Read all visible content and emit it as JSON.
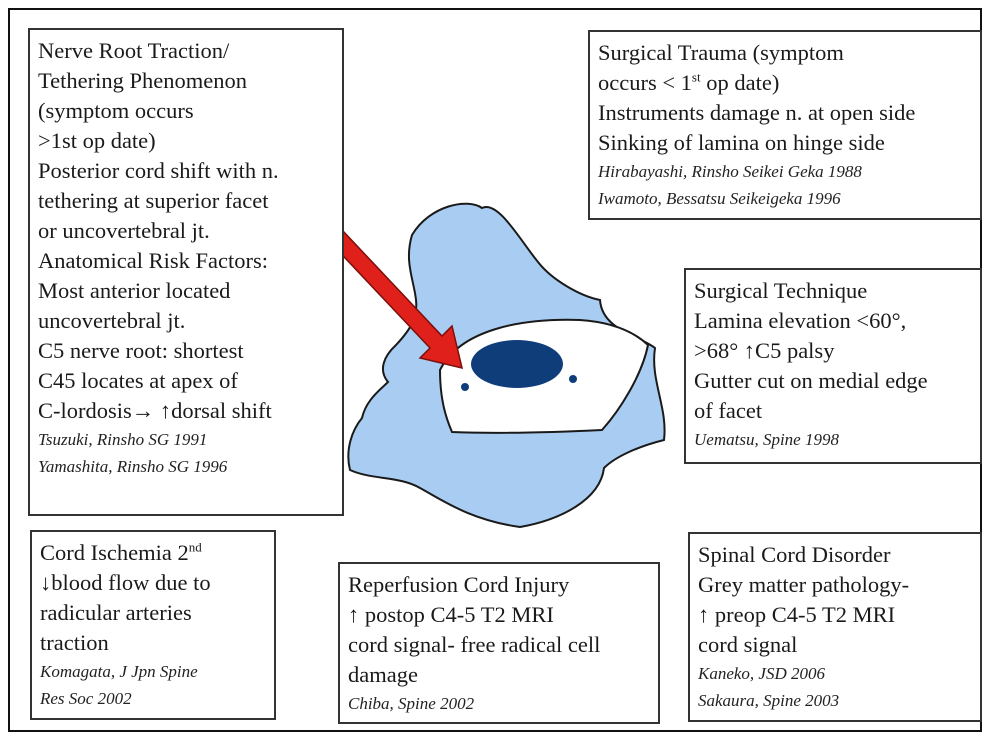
{
  "boxes": {
    "nerve_root": {
      "lines": [
        "Nerve Root Traction/",
        "Tethering Phenomenon",
        "(symptom occurs",
        ">1st op date)",
        "Posterior cord shift with n.",
        "tethering at superior facet",
        "or uncovertebral jt.",
        "Anatomical Risk Factors:",
        "Most anterior located",
        "uncovertebral jt.",
        "C5 nerve root: shortest",
        "C45 locates at apex of",
        "C-lordosis→ ↑dorsal shift"
      ],
      "refs": [
        "Tsuzuki, Rinsho SG 1991",
        "Yamashita, Rinsho SG 1996"
      ]
    },
    "surgical_trauma": {
      "title_a": "Surgical Trauma (symptom",
      "title_b_pre": "occurs < 1",
      "title_b_sup": "st",
      "title_b_post": " op date)",
      "lines": [
        "Instruments damage n. at open side",
        "Sinking of lamina on hinge side"
      ],
      "refs": [
        "Hirabayashi, Rinsho Seikei Geka 1988",
        "Iwamoto, Bessatsu Seikeigeka 1996"
      ]
    },
    "surgical_technique": {
      "lines": [
        "Surgical Technique",
        "Lamina elevation <60°,",
        ">68° ↑C5 palsy",
        "Gutter cut on medial edge",
        "of facet"
      ],
      "refs": [
        "Uematsu, Spine 1998"
      ]
    },
    "cord_ischemia": {
      "title_pre": "Cord Ischemia 2",
      "title_sup": "nd",
      "lines": [
        "↓blood flow due to",
        "radicular arteries",
        "traction"
      ],
      "refs": [
        "Komagata, J Jpn Spine",
        "Res Soc 2002"
      ]
    },
    "reperfusion": {
      "lines": [
        "Reperfusion Cord Injury",
        "↑ postop C4-5 T2 MRI",
        "cord signal- free radical cell",
        "damage"
      ],
      "refs": [
        "Chiba, Spine 2002"
      ]
    },
    "spinal_cord": {
      "lines": [
        "Spinal Cord Disorder",
        "Grey matter pathology-",
        "↑ preop C4-5 T2 MRI",
        "cord signal"
      ],
      "refs": [
        "Kaneko, JSD 2006",
        "Sakaura, Spine 2003"
      ]
    }
  },
  "colors": {
    "vertebra_fill": "#a9cdf2",
    "cord_fill": "#0f3d7a",
    "arrow": "#e0211b",
    "border": "#333333"
  }
}
